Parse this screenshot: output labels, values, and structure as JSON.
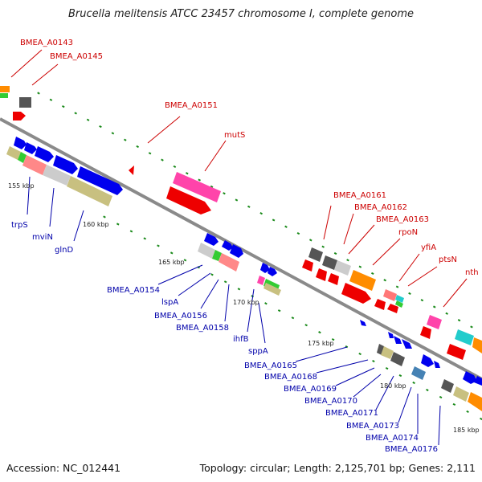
{
  "title": "Brucella melitensis ATCC 23457 chromosome I, complete genome",
  "accession_text": "Accession: NC_012441",
  "topology_text": "Topology: circular; Length: 2,125,701 bp; Genes: 2,111",
  "colors": {
    "top_label": "#cc0000",
    "bottom_label": "#0000aa",
    "backbone": "#8a8a8a",
    "tick": "#1a8a1a"
  },
  "top_labels": [
    "BMEA_A0143",
    "BMEA_A0145",
    "BMEA_A0151",
    "mutS",
    "BMEA_A0161",
    "BMEA_A0162",
    "BMEA_A0163",
    "rpoN",
    "yfiA",
    "ptsN",
    "nth"
  ],
  "bottom_labels": [
    "trpS",
    "mviN",
    "glnD",
    "BMEA_A0154",
    "lspA",
    "BMEA_A0156",
    "BMEA_A0158",
    "ihfB",
    "sppA",
    "BMEA_A0165",
    "BMEA_A0168",
    "BMEA_A0169",
    "BMEA_A0170",
    "BMEA_A0171",
    "BMEA_A0173",
    "BMEA_A0174",
    "BMEA_A0176"
  ],
  "scale_labels": [
    "155 kbp",
    "160 kbp",
    "165 kbp",
    "170 kbp",
    "175 kbp",
    "180 kbp",
    "185 kbp"
  ]
}
